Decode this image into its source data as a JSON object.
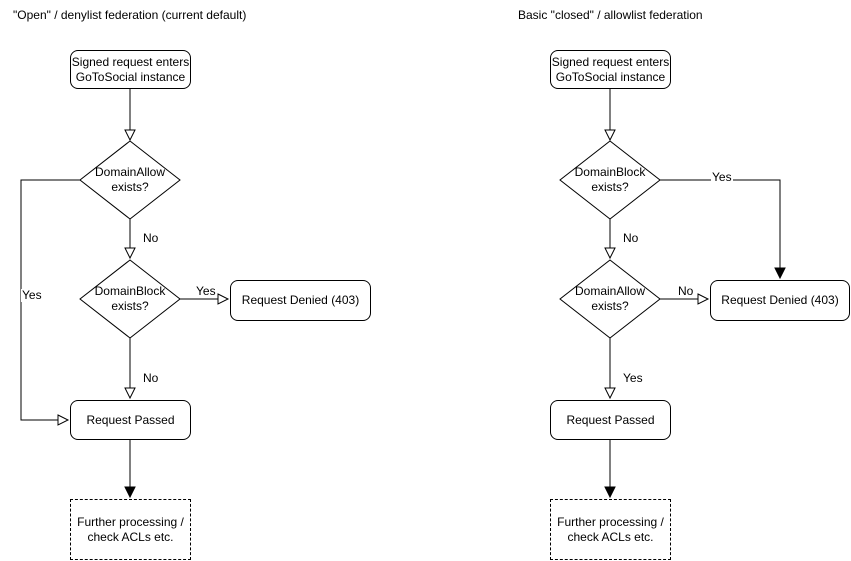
{
  "colors": {
    "stroke": "#000000",
    "node_fill": "#ffffff",
    "text": "#000000",
    "background": "#ffffff"
  },
  "left": {
    "title": "\"Open\" / denylist federation (current default)",
    "nodes": {
      "start": "Signed request enters\nGoToSocial instance",
      "decision1": "DomainAllow\nexists?",
      "decision2": "DomainBlock\nexists?",
      "denied": "Request Denied (403)",
      "passed": "Request Passed",
      "further": "Further processing /\ncheck ACLs etc."
    },
    "edges": {
      "decision1_no": "No",
      "decision1_yes": "Yes",
      "decision2_yes": "Yes",
      "decision2_no": "No"
    }
  },
  "right": {
    "title": "Basic \"closed\" / allowlist federation",
    "nodes": {
      "start": "Signed request enters\nGoToSocial instance",
      "decision1": "DomainBlock\nexists?",
      "decision2": "DomainAllow\nexists?",
      "denied": "Request Denied (403)",
      "passed": "Request Passed",
      "further": "Further processing /\ncheck ACLs etc."
    },
    "edges": {
      "decision1_yes": "Yes",
      "decision1_no": "No",
      "decision2_no": "No",
      "decision2_yes": "Yes"
    }
  }
}
